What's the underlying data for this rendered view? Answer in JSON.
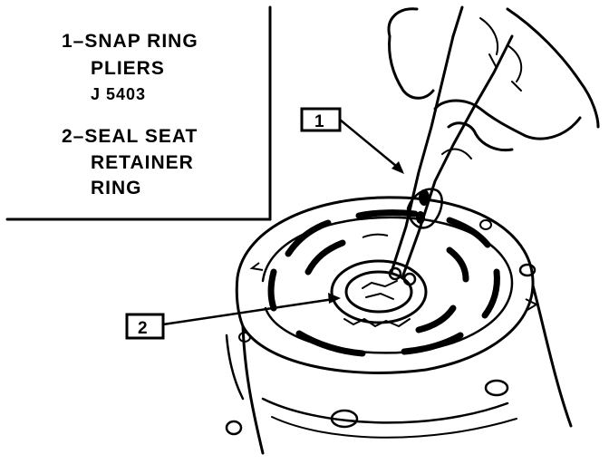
{
  "legend": {
    "item1_line1": "1–SNAP RING",
    "item1_line2": "PLIERS",
    "item1_line3": "J 5403",
    "item2_line1": "2–SEAL SEAT",
    "item2_line2": "RETAINER",
    "item2_line3": "RING"
  },
  "callouts": {
    "c1": "1",
    "c2": "2"
  }
}
